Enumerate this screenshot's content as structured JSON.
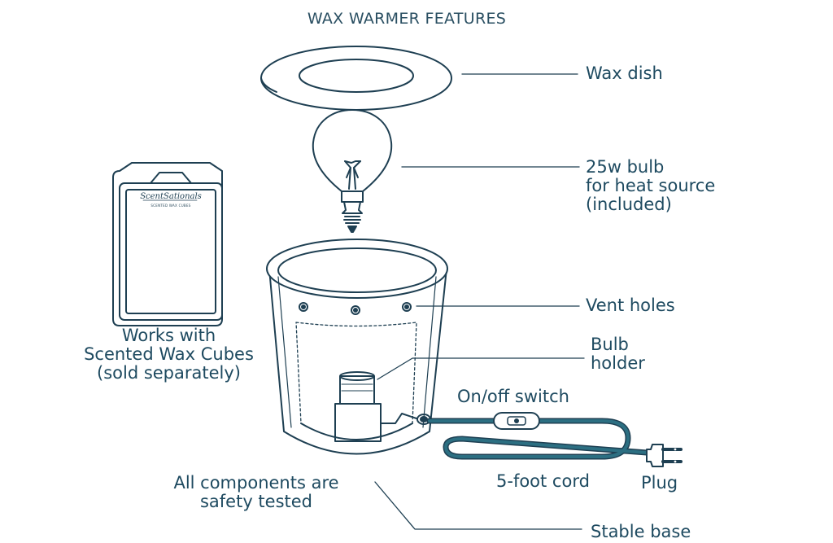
{
  "title": "WAX WARMER FEATURES",
  "labels": {
    "wax_dish": "Wax dish",
    "bulb": "25w bulb\nfor heat source\n(included)",
    "vent_holes": "Vent holes",
    "bulb_holder": "Bulb\nholder",
    "switch": "On/off switch",
    "cord": "5-foot cord",
    "plug": "Plug",
    "safety": "All components are\nsafety tested",
    "base": "Stable base",
    "works_with": "Works with\nScented Wax Cubes\n(sold separately)"
  },
  "package": {
    "brand": "ScentSationals",
    "subtitle": "SCENTED WAX CUBES"
  },
  "colors": {
    "outline": "#1e3f52",
    "text": "#1e4a60",
    "cord": "#2c6f82"
  }
}
